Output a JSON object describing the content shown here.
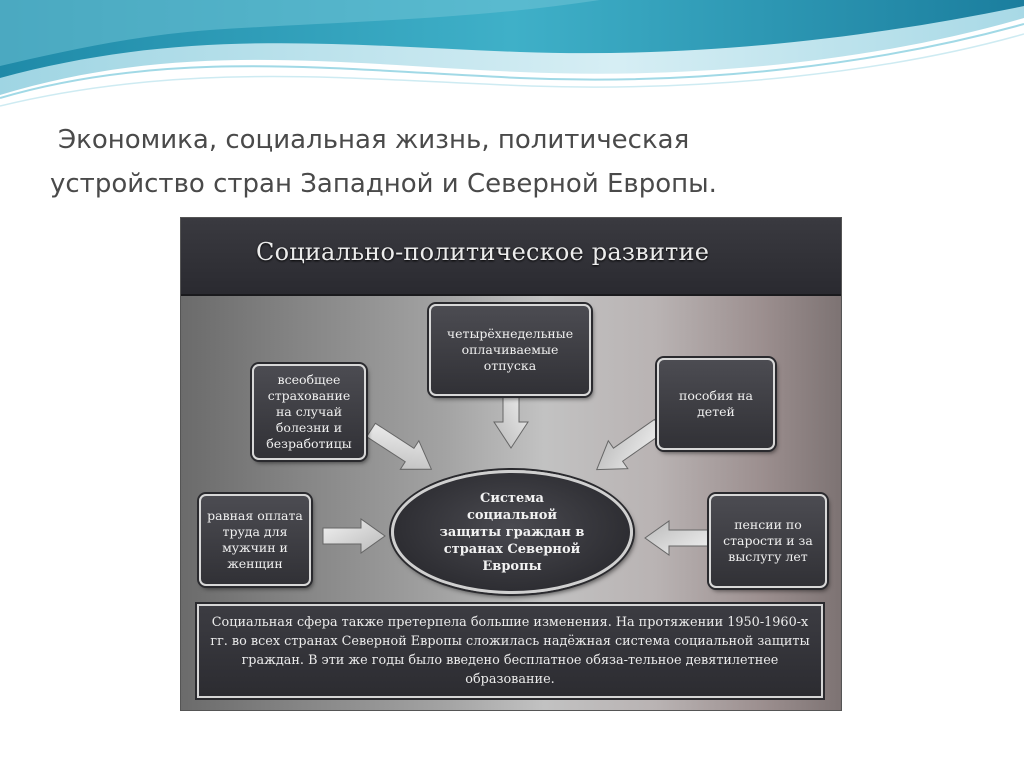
{
  "slide": {
    "title_line1": "Экономика, социальная жизнь, политическая",
    "title_line2": "устройство стран Западной и Северной Европы."
  },
  "panel": {
    "heading": "Социально-политическое развитие",
    "center": "Система\nсоциальной\nзащиты граждан в\nстранах Северной\nЕвропы",
    "boxes": [
      {
        "text": "четырёхнедельные\nоплачиваемые\nотпуска"
      },
      {
        "text": "всеобщее\nстрахование\nна случай\nболезни и\nбезработицы"
      },
      {
        "text": "пособия на\nдетей"
      },
      {
        "text": "равная оплата\nтруда для\nмужчин и\nженщин"
      },
      {
        "text": "пенсии по\nстарости и за\nвыслугу лет"
      }
    ],
    "note": "Социальная сфера также претерпела большие изменения. На протяжении 1950-1960-х гг. во всех странах Северной Европы сложилась надёжная система социальной защиты граждан. В эти же годы было введено бесплатное обяза-тельное девятилетнее образование."
  },
  "colors": {
    "wave_dark": "#2f9fb8",
    "wave_light": "#bfe4ee",
    "box_fill": "#37373c",
    "box_border": "#d8d8d8"
  }
}
